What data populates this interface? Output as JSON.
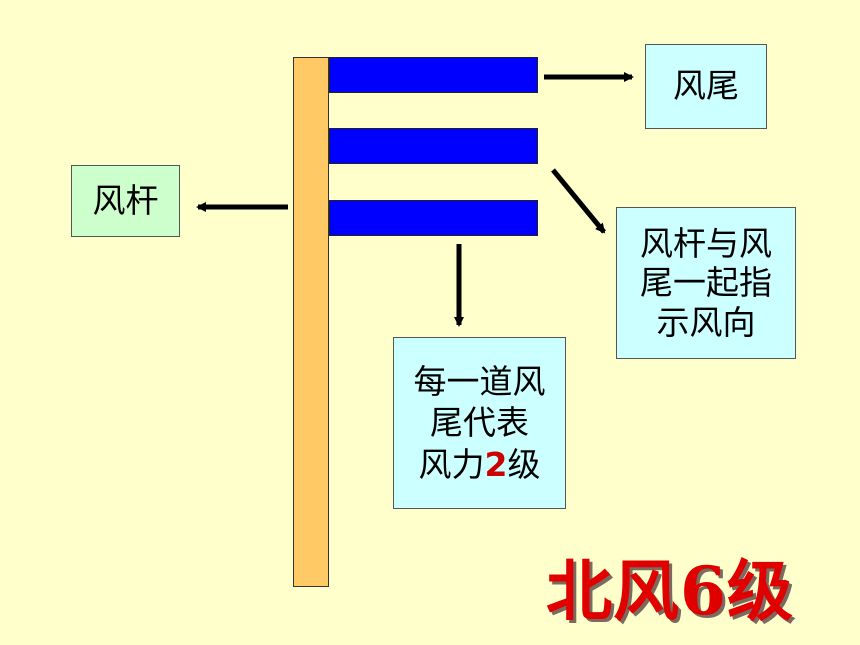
{
  "labels": {
    "tail": "风尾",
    "pole": "风杆",
    "direction": [
      "风杆与风",
      "尾一起指",
      "示风向"
    ],
    "force_line1": "每一道风",
    "force_line2": "尾代表",
    "force_line3_pre": "风力",
    "force_line3_num": "2",
    "force_line3_post": "级"
  },
  "title": "北风6级",
  "colors": {
    "background": "#FFFFCC",
    "pole": "#FFC966",
    "barb": "#0000FF",
    "box_cyan": "#CCFFFF",
    "box_green": "#CCFFCC",
    "title_red": "#E00000"
  }
}
